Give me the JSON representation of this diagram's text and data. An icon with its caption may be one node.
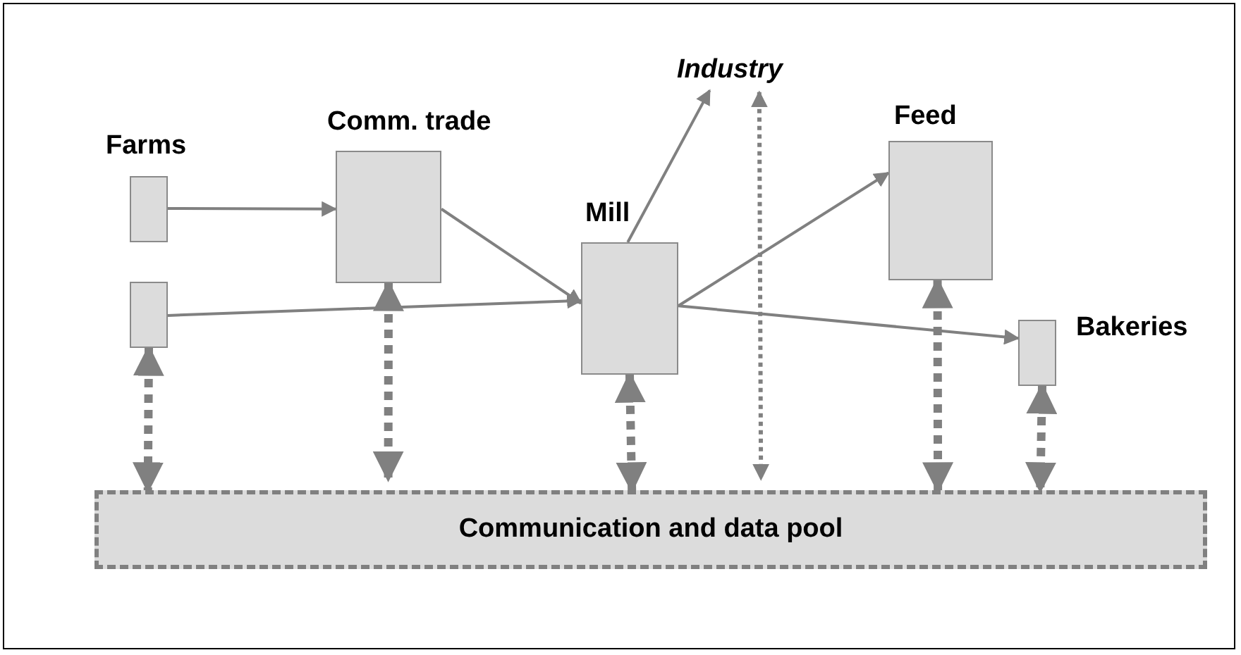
{
  "diagram": {
    "nodes": [
      {
        "text": [
          "Farms"
        ]
      },
      {
        "text": [],
        "shape": "box"
      },
      {
        "text": [
          "Comm. trade"
        ]
      },
      {
        "text": [
          "Mill"
        ]
      },
      {
        "text": [
          "Industry"
        ]
      },
      {
        "text": [
          "Feed"
        ]
      },
      {
        "text": [
          "Bakeries"
        ]
      },
      {
        "text": [
          "Communication and data pool"
        ]
      }
    ],
    "edges": [
      {
        "from": 0,
        "to": 2,
        "arrow": "to"
      },
      {
        "from": 1,
        "to": 3,
        "arrow": "to"
      },
      {
        "from": 2,
        "to": 3,
        "arrow": "to"
      },
      {
        "from": 3,
        "to": 4,
        "arrow": "to"
      },
      {
        "from": 3,
        "to": 5,
        "arrow": "to"
      },
      {
        "from": 3,
        "to": 6,
        "arrow": "to"
      },
      {
        "from": 1,
        "to": 7,
        "arrow": "both",
        "style": "dashed"
      },
      {
        "from": 2,
        "to": 7,
        "arrow": "both",
        "style": "dashed"
      },
      {
        "from": 3,
        "to": 7,
        "arrow": "both",
        "style": "dashed"
      },
      {
        "from": 4,
        "to": 7,
        "arrow": "both",
        "style": "dashed"
      },
      {
        "from": 5,
        "to": 7,
        "arrow": "both",
        "style": "dashed"
      },
      {
        "from": 6,
        "to": 7,
        "arrow": "both",
        "style": "dashed"
      }
    ]
  }
}
